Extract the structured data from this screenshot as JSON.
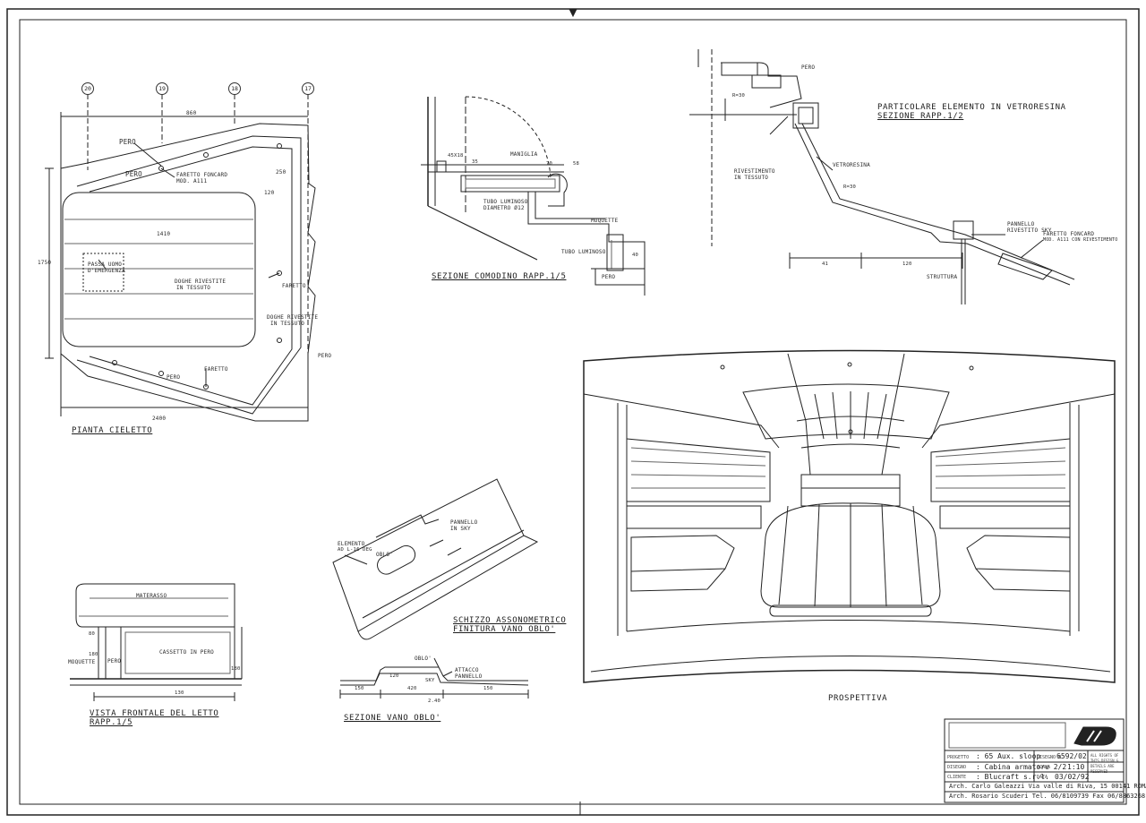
{
  "grid_markers": [
    "20",
    "19",
    "18",
    "17"
  ],
  "titles": {
    "pianta": "PIANTA CIELETTO",
    "comodino": "SEZIONE COMODINO RAPP.1/5",
    "particolare_1": "PARTICOLARE ELEMENTO IN VETRORESINA",
    "particolare_2": "SEZIONE RAPP.1/2",
    "prospettiva": "PROSPETTIVA",
    "vista_1": "VISTA FRONTALE DEL LETTO",
    "vista_2": "RAPP.1/5",
    "schizzo_1": "SCHIZZO ASSONOMETRICO",
    "schizzo_2": "FINITURA VANO OBLO'",
    "sezione_vano": "SEZIONE VANO OBLO'"
  },
  "labels": {
    "pero_1": "PERO",
    "pero_2": "PERO",
    "faretto_foncard": "FARETTO FONCARD",
    "faretto_foncard_sub": "MOD. A111",
    "passa_uomo": "PASSA UOMO",
    "passa_uomo_sub": "D'EMERGENZA",
    "doghe_1": "DOGHE RIVESTITE",
    "doghe_1_sub": "IN TESSUTO",
    "doghe_2": "DOGHE RIVESTITE",
    "doghe_2_sub": "IN TESSUTO",
    "faretto_a": "FARETTO",
    "faretto_b": "FARETTO",
    "pero_3": "PERO",
    "pero_4": "PERO",
    "maniglia": "MANIGLIA",
    "tubo_luminoso_1": "TUBO LUMINOSO",
    "tubo_luminoso_1_sub": "DIAMETRO Ø12",
    "moquette_1": "MOQUETTE",
    "tubo_luminoso_2": "TUBO LUMINOSO",
    "pero_5": "PERO",
    "pero_6": "PERO",
    "rivestimento": "RIVESTIMENTO",
    "rivestimento_sub": "IN TESSUTO",
    "vetroresina": "VETRORESINA",
    "pannello_1": "PANNELLO",
    "pannello_1_sub": "RIVESTITO SKY",
    "faretto_foncard_2": "FARETTO FONCARD",
    "faretto_foncard_2_sub": "MOD. A111 CON RIVESTIMENTO",
    "struttura": "STRUTTURA",
    "materasso": "MATERASSO",
    "cassetto": "CASSETTO IN PERO",
    "pero_7": "PERO",
    "moquette_2": "MOQUETTE",
    "elemento": "ELEMENTO",
    "elemento_sub": "AD L-16 DEG",
    "oblo_1": "OBLO'",
    "pannello_2": "PANNELLO",
    "pannello_2_sub": "IN SKY",
    "oblo_2": "OBLO'",
    "attacco": "ATTACCO",
    "attacco_sub": "PANNELLO",
    "sky": "SKY"
  },
  "dimensions": {
    "d_top": "860",
    "d_mid": "1410",
    "d_bottom": "2400",
    "d_left": "1750",
    "d_r1": "250",
    "d_r2": "120",
    "d_c1": "45x18",
    "d_c2": "35",
    "d_c3": "70",
    "d_c4": "58",
    "d_c5": "40",
    "d_p1": "R=30",
    "d_p2": "41",
    "d_p3": "120",
    "d_p4": "R=30",
    "d_v1": "80",
    "d_v2": "180",
    "d_v3": "130",
    "d_v4": "180",
    "d_s1": "150",
    "d_s2": "420",
    "d_s3": "150",
    "d_s4": "120",
    "d_s5": "2.40"
  },
  "title_block": {
    "progetto_label": "PROGETTO",
    "progetto": ": 65 Aux. sloop",
    "disegno_n_label": "DISEGNO N.",
    "disegno_n": "6592/02",
    "disegno_label": "DISEGNO",
    "disegno": ": Cabina armatore 2/2",
    "scala_label": "SCALA",
    "scala": "1:10",
    "cliente_label": "CLIENTE",
    "cliente": ": Blucraft s.r.l.",
    "data_label": "DATA",
    "data": "03/02/92",
    "rights": "ALL RIGHTS OF THIS DESIGN & DETAILS ARE RESERVED",
    "arch1": "Arch. Carlo Galeazzi   Via valle di Riva, 15   00141 ROMA",
    "arch2": "Arch. Rosario Scuderi   Tel. 06/8109739   Fax 06/8863268"
  },
  "colors": {
    "ink": "#222222",
    "paper": "#ffffff",
    "hatch": "#555555"
  }
}
